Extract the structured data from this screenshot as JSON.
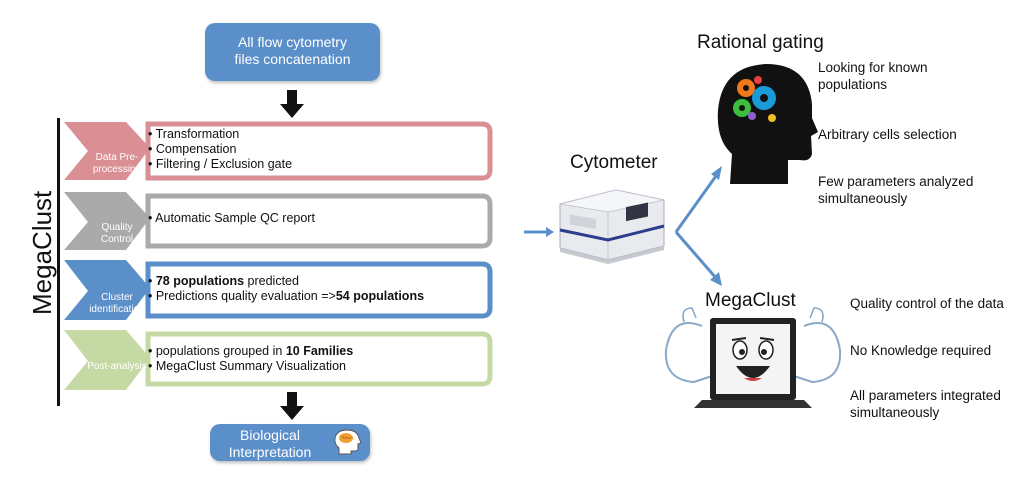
{
  "top_box": {
    "line1": "All flow cytometry",
    "line2": "files concatenation"
  },
  "megaclust_side_label": "MegaClust",
  "steps": [
    {
      "label": "Data Pre-processing",
      "color": "#d98f93",
      "items": [
        "• Transformation",
        "• Compensation",
        "• Filtering / Exclusion gate"
      ]
    },
    {
      "label": "Quality Control",
      "color": "#aaaaaa",
      "items": [
        "• Automatic Sample QC report"
      ]
    },
    {
      "label": "Cluster identification",
      "color": "#5b8fc9",
      "item1": {
        "pre": "• ",
        "bold": "78 populations",
        "post": " predicted"
      },
      "item2": {
        "pre": "• Predictions quality evaluation =>",
        "bold": "54 populations",
        "post": ""
      }
    },
    {
      "label": "Post-analysis",
      "color": "#c5d9a4",
      "item1": {
        "pre": "• populations grouped in ",
        "bold": "10 Families",
        "post": ""
      },
      "item2": {
        "pre": "• MegaClust Summary Visualization",
        "bold": "",
        "post": ""
      }
    }
  ],
  "bottom_box": {
    "line1": "Biological",
    "line2": "Interpretation"
  },
  "cytometer": {
    "title": "Cytometer"
  },
  "rational_gating": {
    "title": "Rational gating",
    "points": [
      "Looking for known populations",
      "Arbitrary cells selection",
      "Few parameters analyzed simultaneously"
    ]
  },
  "megaclust_panel": {
    "title": "MegaClust",
    "points": [
      "Quality control of the data",
      "No Knowledge required",
      "All parameters integrated simultaneously"
    ]
  },
  "colors": {
    "box_blue": "#5b8fc9",
    "arrow_blue": "#5b8fc9",
    "pink": "#d98f93",
    "grey": "#aaaaaa",
    "green": "#c5d9a4"
  },
  "icons": [
    "brain-gears-icon",
    "cytometer-machine-icon",
    "laptop-mascot-icon",
    "head-brain-icon",
    "down-arrow-icon"
  ]
}
